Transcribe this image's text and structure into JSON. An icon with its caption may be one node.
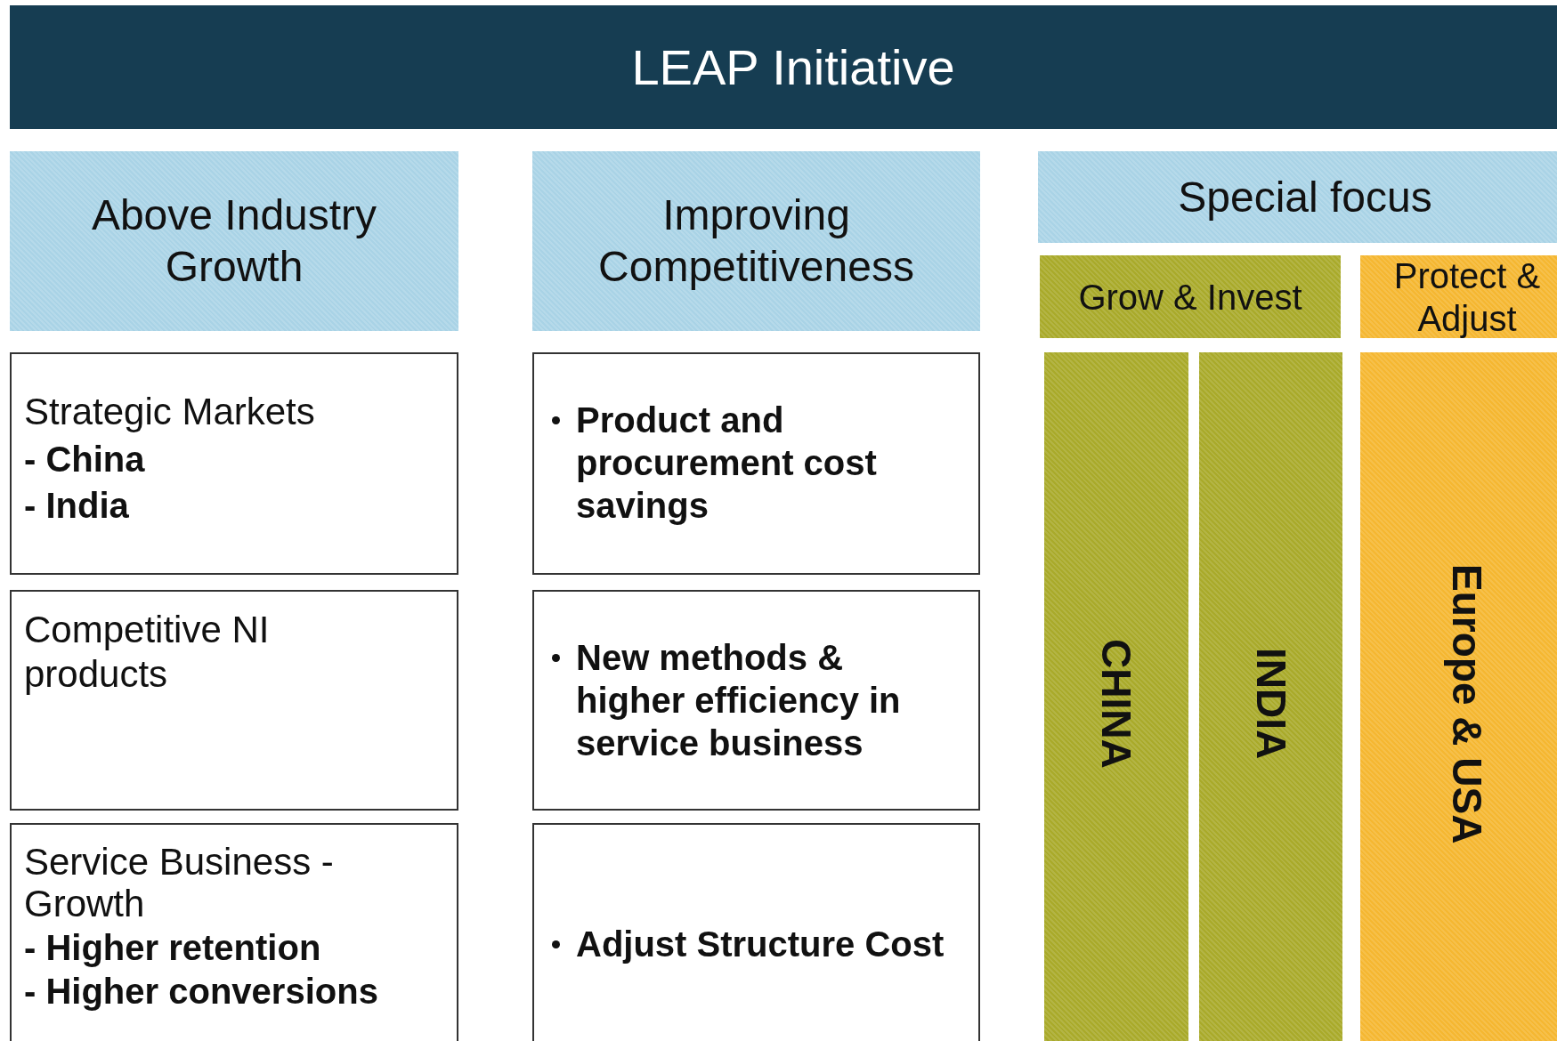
{
  "diagram": {
    "nodes": [
      {
        "text": [
          "LEAP Initiative"
        ]
      },
      {
        "text": [
          "Above Industry Growth"
        ]
      },
      {
        "text": [
          "Improving Competitiveness"
        ]
      },
      {
        "text": [
          "Special focus"
        ]
      },
      {
        "text": [
          "Grow & Invest"
        ]
      },
      {
        "text": [
          "Protect & Adjust"
        ]
      },
      {
        "text": [
          "Strategic Markets",
          "- China",
          "- India"
        ]
      },
      {
        "text": [
          "Competitive NI products"
        ]
      },
      {
        "text": [
          "Service Business - Growth",
          "- Higher retention",
          "- Higher conversions"
        ]
      },
      {
        "text": [
          "Product and procurement cost savings"
        ]
      },
      {
        "text": [
          "New methods & higher efficiency in service business"
        ]
      },
      {
        "text": [
          "Adjust Structure Cost"
        ]
      },
      {
        "text": [
          "CHINA"
        ]
      },
      {
        "text": [
          "INDIA"
        ]
      },
      {
        "text": [
          "Europe & USA"
        ]
      }
    ],
    "edges": []
  }
}
